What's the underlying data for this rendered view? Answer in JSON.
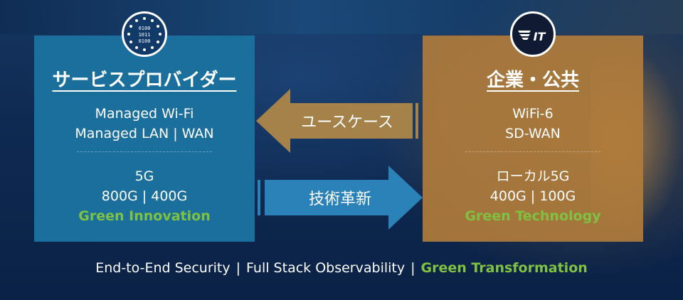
{
  "left_panel": {
    "title": "サービスプロバイダー",
    "top_lines": [
      "Managed Wi-Fi",
      "Managed LAN | WAN"
    ],
    "bottom_lines": [
      "5G",
      "800G | 400G"
    ],
    "green_line": "Green Innovation",
    "icon": "binary-data-icon",
    "icon_digits": [
      "0100",
      "1011",
      "0100"
    ]
  },
  "right_panel": {
    "title": "企業・公共",
    "top_lines": [
      "WiFi-6",
      "SD-WAN"
    ],
    "bottom_lines": [
      "ローカル5G",
      "400G | 100G"
    ],
    "green_line": "Green Technology",
    "icon": "winged-it-logo-icon",
    "logo_text": "IT"
  },
  "arrows": {
    "left_label": "ユースケース",
    "right_label": "技術革新"
  },
  "footer": {
    "items": [
      "End-to-End Security",
      "Full Stack Observability"
    ],
    "separator": "|",
    "green_item": "Green Transformation"
  },
  "colors": {
    "left_panel": "#1b6f9c",
    "right_panel": "#b07c3c",
    "left_arrow": "#a4824a",
    "right_arrow": "#2a82b8",
    "green_accent": "#7fc242"
  }
}
